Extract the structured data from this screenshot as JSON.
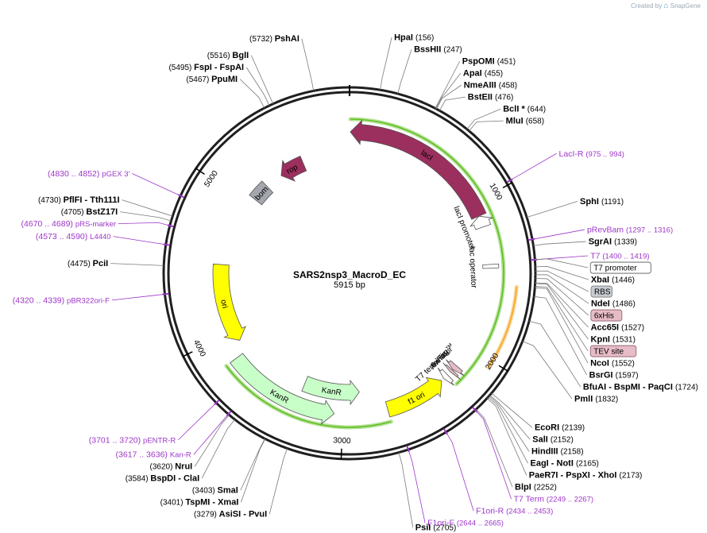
{
  "brand": {
    "prefix": "Created by",
    "name": "SnapGene"
  },
  "plasmid": {
    "name": "SARS2nsp3_MacroD_EC",
    "size_label": "5915 bp",
    "length": 5915
  },
  "ticks": [
    {
      "pos": 1000,
      "label": "1000"
    },
    {
      "pos": 2000,
      "label": "2000"
    },
    {
      "pos": 3000,
      "label": "3000"
    },
    {
      "pos": 4000,
      "label": "4000"
    },
    {
      "pos": 5000,
      "label": "5000"
    }
  ],
  "sites": [
    {
      "name": "HpaI",
      "pos_text": "(156)",
      "pos": 156
    },
    {
      "name": "BssHII",
      "pos_text": "(247)",
      "pos": 247
    },
    {
      "name": "PspOMI",
      "pos_text": "(451)",
      "pos": 451
    },
    {
      "name": "ApaI",
      "pos_text": "(455)",
      "pos": 455
    },
    {
      "name": "NmeAIII",
      "pos_text": "(458)",
      "pos": 458
    },
    {
      "name": "BstEII",
      "pos_text": "(476)",
      "pos": 476
    },
    {
      "name": "BclI *",
      "pos_text": "(644)",
      "pos": 644
    },
    {
      "name": "MluI",
      "pos_text": "(658)",
      "pos": 658
    },
    {
      "name": "SphI",
      "pos_text": "(1191)",
      "pos": 1191
    },
    {
      "name": "SgrAI",
      "pos_text": "(1339)",
      "pos": 1339
    },
    {
      "name": "XbaI",
      "pos_text": "(1446)",
      "pos": 1446
    },
    {
      "name": "NdeI",
      "pos_text": "(1486)",
      "pos": 1486
    },
    {
      "name": "Acc65I",
      "pos_text": "(1527)",
      "pos": 1527
    },
    {
      "name": "KpnI",
      "pos_text": "(1531)",
      "pos": 1531
    },
    {
      "name": "NcoI",
      "pos_text": "(1552)",
      "pos": 1552
    },
    {
      "name": "BsrGI",
      "pos_text": "(1597)",
      "pos": 1597
    },
    {
      "name": "BfuAI  -  BspMI  -  PaqCI",
      "pos_text": "(1724)",
      "pos": 1724
    },
    {
      "name": "PmlI",
      "pos_text": "(1832)",
      "pos": 1832
    },
    {
      "name": "EcoRI",
      "pos_text": "(2139)",
      "pos": 2139
    },
    {
      "name": "SalI",
      "pos_text": "(2152)",
      "pos": 2152
    },
    {
      "name": "HindIII",
      "pos_text": "(2158)",
      "pos": 2158
    },
    {
      "name": "EagI  -  NotI",
      "pos_text": "(2165)",
      "pos": 2165
    },
    {
      "name": "PaeR7I  -  PspXI  -  XhoI",
      "pos_text": "(2173)",
      "pos": 2173
    },
    {
      "name": "BlpI",
      "pos_text": "(2252)",
      "pos": 2252
    },
    {
      "name": "PsiI",
      "pos_text": "(2705)",
      "pos": 2705
    },
    {
      "name": "AsiSI  -  PvuI",
      "pos_text": "(3279)",
      "pos": 3279
    },
    {
      "name": "TspMI  -  XmaI",
      "pos_text": "(3401)",
      "pos": 3401
    },
    {
      "name": "SmaI",
      "pos_text": "(3403)",
      "pos": 3403
    },
    {
      "name": "BspDI  -  ClaI",
      "pos_text": "(3584)",
      "pos": 3584
    },
    {
      "name": "NruI",
      "pos_text": "(3620)",
      "pos": 3620
    },
    {
      "name": "PciI",
      "pos_text": "(4475)",
      "pos": 4475
    },
    {
      "name": "BstZ17I",
      "pos_text": "(4705)",
      "pos": 4705
    },
    {
      "name": "PflFI  -  Tth111I",
      "pos_text": "(4730)",
      "pos": 4730
    },
    {
      "name": "PpuMI",
      "pos_text": "(5467)",
      "pos": 5467
    },
    {
      "name": "FspI  -  FspAI",
      "pos_text": "(5495)",
      "pos": 5495
    },
    {
      "name": "BglI",
      "pos_text": "(5516)",
      "pos": 5516
    },
    {
      "name": "PshAI",
      "pos_text": "(5732)",
      "pos": 5732
    }
  ],
  "primers": [
    {
      "name": "LacI-R",
      "range": "(975 .. 994)",
      "pos": 985
    },
    {
      "name": "pRevBam",
      "range": "(1297 .. 1316)",
      "pos": 1306
    },
    {
      "name": "T7",
      "range": "(1400 .. 1419)",
      "pos": 1410
    },
    {
      "name": "T7 Term",
      "range": "(2249 .. 2267)",
      "pos": 2258
    },
    {
      "name": "F1ori-R",
      "range": "(2434 .. 2453)",
      "pos": 2444
    },
    {
      "name": "F1ori-F",
      "range": "(2644 .. 2665)",
      "pos": 2655
    },
    {
      "name": "pENTR-R",
      "range": "(3701 .. 3720)",
      "pos": 3710
    },
    {
      "name": "Kan-R",
      "range": "(3617 .. 3636)",
      "pos": 3626
    },
    {
      "name": "pBR322ori-F",
      "range": "(4320 .. 4339)",
      "pos": 4330
    },
    {
      "name": "L4440",
      "range": "(4573 .. 4590)",
      "pos": 4582
    },
    {
      "name": "pRS-marker",
      "range": "(4670 .. 4689)",
      "pos": 4680
    },
    {
      "name": "pGEX 3'",
      "range": "(4830 .. 4852)",
      "pos": 4841
    }
  ],
  "boxed_features": [
    {
      "name": "T7 promoter",
      "pos": 1410,
      "fill": "#ffffff",
      "stroke": "#555555"
    },
    {
      "name": "RBS",
      "pos": 1468,
      "fill": "#c8ccd2",
      "stroke": "#777777"
    },
    {
      "name": "6xHis",
      "pos": 1505,
      "fill": "#e7bcc7",
      "stroke": "#8a5a66"
    },
    {
      "name": "TEV site",
      "pos": 1545,
      "fill": "#e7bcc7",
      "stroke": "#8a5a66"
    }
  ],
  "features": [
    {
      "name": "lacI",
      "kind": "arrow",
      "start": 5,
      "end": 1088,
      "dir": -1,
      "ring": 2,
      "fill": "#9b2f5e"
    },
    {
      "name": "lacI promoter",
      "kind": "arrow",
      "start": 1088,
      "end": 1165,
      "dir": -1,
      "ring": 2,
      "fill": "#ffffff"
    },
    {
      "name": "lac operator",
      "kind": "box",
      "start": 1420,
      "end": 1445,
      "ring": 2,
      "fill": "#ffffff"
    },
    {
      "name": "rop",
      "kind": "arrow",
      "start": 5340,
      "end": 5540,
      "dir": -1,
      "ring": 4,
      "fill": "#9b2f5e"
    },
    {
      "name": "bom",
      "kind": "box",
      "start": 5060,
      "end": 5200,
      "ring": 4,
      "fill": "#a4a8ae"
    },
    {
      "name": "ori",
      "kind": "arrow",
      "start": 3920,
      "end": 4500,
      "dir": -1,
      "ring": 3,
      "fill": "#ffff00"
    },
    {
      "name": "KanR",
      "kind": "arrow",
      "start": 3060,
      "end": 3830,
      "dir": -1,
      "ring": 2,
      "fill": "#c8ffc8"
    },
    {
      "name": "KanR",
      "kind": "arrow",
      "start": 2880,
      "end": 3320,
      "dir": -1,
      "ring": 4,
      "fill": "#c8ffc8"
    },
    {
      "name": "f1 ori",
      "kind": "arrow",
      "start": 2290,
      "end": 2700,
      "dir": -1,
      "ring": 2,
      "fill": "#ffff00"
    },
    {
      "name": "T7 terminator",
      "kind": "arrow",
      "start": 2235,
      "end": 2270,
      "dir": 1,
      "ring": 2,
      "fill": "#ffffff"
    },
    {
      "name": "6xHis",
      "kind": "arrow",
      "start": 2190,
      "end": 2208,
      "dir": 1,
      "ring": 2,
      "fill": "#e7bcc7"
    },
    {
      "name": "AviTag™",
      "kind": "arrow",
      "start": 2150,
      "end": 2185,
      "dir": 1,
      "ring": 2,
      "fill": "#e7bcc7"
    }
  ],
  "arcs": [
    {
      "start": 5,
      "end": 1090,
      "ring": 1,
      "color": "#5fbf1f"
    },
    {
      "start": 1100,
      "end": 1400,
      "ring": 1,
      "color": "#5fbf1f"
    },
    {
      "start": 1410,
      "end": 2235,
      "ring": 1,
      "color": "#5fbf1f"
    },
    {
      "start": 1555,
      "end": 2040,
      "ring": 0,
      "color": "#f5a623"
    },
    {
      "start": 2700,
      "end": 3830,
      "ring": 1,
      "color": "#5fbf1f"
    }
  ]
}
